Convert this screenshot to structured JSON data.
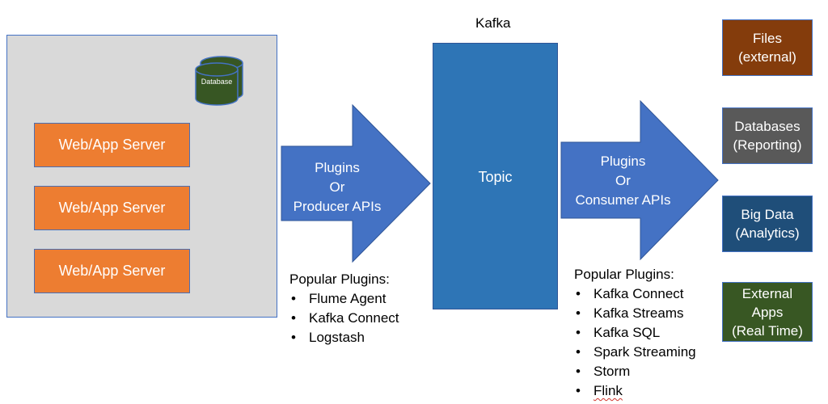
{
  "kafka_label": "Kafka",
  "topic_label": "Topic",
  "database_label": "Database",
  "servers": [
    "Web/App Server",
    "Web/App Server",
    "Web/App Server"
  ],
  "producer_arrow": {
    "line1": "Plugins",
    "line2": "Or",
    "line3": "Producer APIs"
  },
  "consumer_arrow": {
    "line1": "Plugins",
    "line2": "Or",
    "line3": "Consumer APIs"
  },
  "producer_plugins": {
    "title": "Popular Plugins:",
    "items": [
      "Flume Agent",
      "Kafka Connect",
      "Logstash"
    ]
  },
  "consumer_plugins": {
    "title": "Popular Plugins:",
    "items": [
      "Kafka Connect",
      "Kafka Streams",
      "Kafka SQL",
      "Spark Streaming",
      "Storm",
      "Flink"
    ]
  },
  "destinations": [
    {
      "line1": "Files",
      "line2": "(external)",
      "line3": "",
      "color": "#843c0c"
    },
    {
      "line1": "Databases",
      "line2": "(Reporting)",
      "line3": "",
      "color": "#595959"
    },
    {
      "line1": "Big Data",
      "line2": "(Analytics)",
      "line3": "",
      "color": "#1f4e79"
    },
    {
      "line1": "External",
      "line2": "Apps",
      "line3": "(Real Time)",
      "color": "#385723"
    }
  ],
  "colors": {
    "server": "#ed7d31",
    "topic": "#2e75b6",
    "arrow": "#4472c4",
    "database": "#375623",
    "panel": "#d9d9d9"
  }
}
